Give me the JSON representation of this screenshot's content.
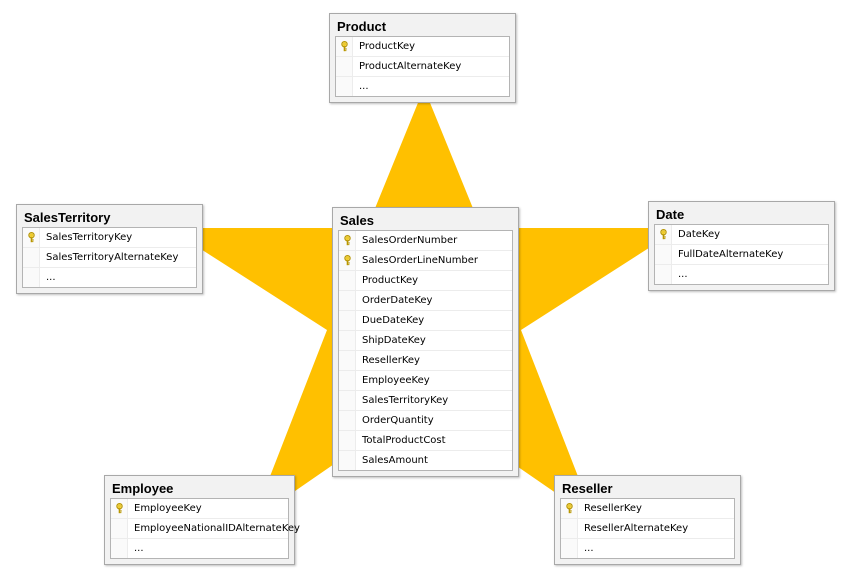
{
  "colors": {
    "star": "#ffc000",
    "key_icon": "#e9c61c"
  },
  "tables": {
    "product": {
      "name": "Product",
      "columns": [
        {
          "label": "ProductKey",
          "key": true
        },
        {
          "label": "ProductAlternateKey",
          "key": false
        },
        {
          "label": "...",
          "key": false
        }
      ]
    },
    "sales_territory": {
      "name": "SalesTerritory",
      "columns": [
        {
          "label": "SalesTerritoryKey",
          "key": true
        },
        {
          "label": "SalesTerritoryAlternateKey",
          "key": false
        },
        {
          "label": "...",
          "key": false
        }
      ]
    },
    "sales": {
      "name": "Sales",
      "columns": [
        {
          "label": "SalesOrderNumber",
          "key": true
        },
        {
          "label": "SalesOrderLineNumber",
          "key": true
        },
        {
          "label": "ProductKey",
          "key": false
        },
        {
          "label": "OrderDateKey",
          "key": false
        },
        {
          "label": "DueDateKey",
          "key": false
        },
        {
          "label": "ShipDateKey",
          "key": false
        },
        {
          "label": "ResellerKey",
          "key": false
        },
        {
          "label": "EmployeeKey",
          "key": false
        },
        {
          "label": "SalesTerritoryKey",
          "key": false
        },
        {
          "label": "OrderQuantity",
          "key": false
        },
        {
          "label": "TotalProductCost",
          "key": false
        },
        {
          "label": "SalesAmount",
          "key": false
        }
      ]
    },
    "date": {
      "name": "Date",
      "columns": [
        {
          "label": "DateKey",
          "key": true
        },
        {
          "label": "FullDateAlternateKey",
          "key": false
        },
        {
          "label": "...",
          "key": false
        }
      ]
    },
    "employee": {
      "name": "Employee",
      "columns": [
        {
          "label": "EmployeeKey",
          "key": true
        },
        {
          "label": "EmployeeNationalIDAlternateKey",
          "key": false
        },
        {
          "label": "...",
          "key": false
        }
      ]
    },
    "reseller": {
      "name": "Reseller",
      "columns": [
        {
          "label": "ResellerKey",
          "key": true
        },
        {
          "label": "ResellerAlternateKey",
          "key": false
        },
        {
          "label": "...",
          "key": false
        }
      ]
    }
  }
}
